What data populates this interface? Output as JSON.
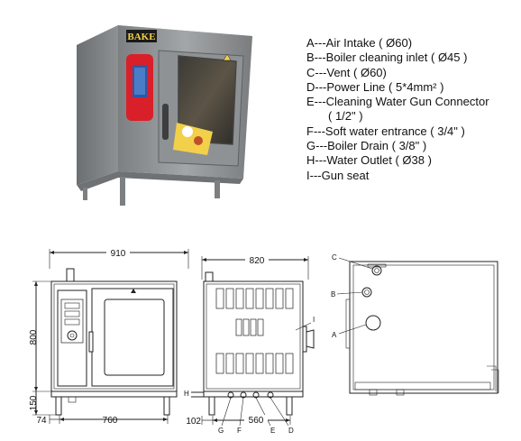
{
  "photo": {
    "brand_label": "BAKE"
  },
  "legend": {
    "items": [
      "A---Air Intake ( Ø60)",
      "B---Boiler cleaning inlet ( Ø45 )",
      "C---Vent ( Ø60)",
      "D---Power Line ( 5*4mm² )",
      "E---Cleaning Water Gun Connector",
      "( 1/2\" )",
      "F---Soft water entrance ( 3/4\" )",
      "G---Boiler Drain ( 3/8\" )",
      "H---Water Outlet ( Ø38 )",
      "I---Gun seat"
    ]
  },
  "front_view": {
    "width_total": "910",
    "height_body": "800",
    "height_legs": "150",
    "left_offset": "74",
    "width_base": "760"
  },
  "side_view": {
    "depth_total": "820",
    "leg_offset": "102",
    "leg_span": "560",
    "callouts": [
      "I",
      "H",
      "G",
      "F",
      "E",
      "D"
    ]
  },
  "rear_view": {
    "callouts": [
      "C",
      "B",
      "A"
    ]
  },
  "colors": {
    "steel": "#8a8d8f",
    "steel_dark": "#5d6062",
    "control_red": "#d9202a",
    "screen_blue": "#2a5aa8",
    "label_yellow": "#f2d04a",
    "line": "#222222"
  }
}
